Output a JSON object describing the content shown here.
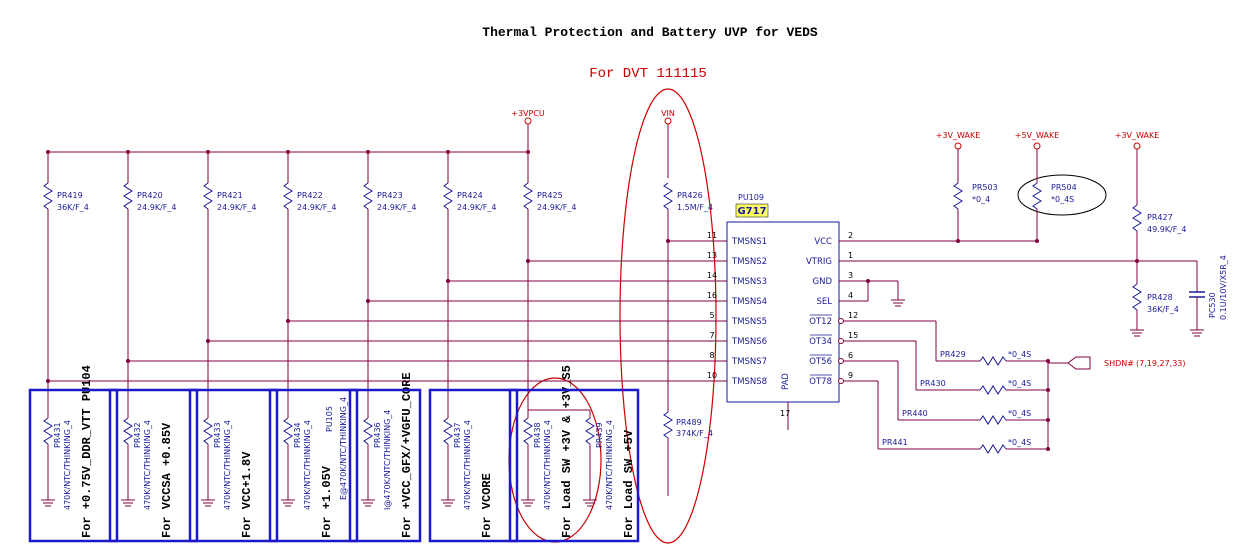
{
  "title": "Thermal Protection and Battery UVP for VEDS",
  "revision_note": "For DVT 111115",
  "ic": {
    "ref": "PU109",
    "part": "G717",
    "pad_label": "PAD",
    "pad_pin": "17"
  },
  "power_labels": {
    "vpcu": "+3VPCU",
    "vin": "VIN",
    "wake1": "+3V_WAKE",
    "wake5": "+5V_WAKE",
    "wake2": "+3V_WAKE"
  },
  "pullups": [
    {
      "ref": "PR419",
      "val": "36K/F_4"
    },
    {
      "ref": "PR420",
      "val": "24.9K/F_4"
    },
    {
      "ref": "PR421",
      "val": "24.9K/F_4"
    },
    {
      "ref": "PR422",
      "val": "24.9K/F_4"
    },
    {
      "ref": "PR423",
      "val": "24.9K/F_4"
    },
    {
      "ref": "PR424",
      "val": "24.9K/F_4"
    },
    {
      "ref": "PR425",
      "val": "24.9K/F_4"
    },
    {
      "ref": "PR426",
      "val": "1.5M/F_4"
    }
  ],
  "thermistors": [
    {
      "ref": "PR431",
      "val": "470K/NTC/THINKING_4",
      "note": "For +0.75V_DDR_VTT PU104"
    },
    {
      "ref": "PR432",
      "val": "470K/NTC/THINKING_4",
      "note": "For VCCSA +0.85V"
    },
    {
      "ref": "PR433",
      "val": "470K/NTC/THINKING_4",
      "note": "For VCC+1.8V"
    },
    {
      "ref": "PR434",
      "val": "470K/NTC/THINKING_4",
      "note": "For +1.05V",
      "extra": "PU105"
    },
    {
      "ref": "PR436",
      "val": "I@470K/NTC/THINKING_4",
      "note": "For +VCC_GFX/+VGFU_CORE",
      "alt": "E@470K/NTC/THINKING_4"
    },
    {
      "ref": "PR437",
      "val": "470K/NTC/THINKING_4",
      "note": "For VCORE"
    },
    {
      "ref": "PR438",
      "val": "470K/NTC/THINKING_4",
      "note": "For Load SW +3V & +3V_S5"
    },
    {
      "ref": "PR439",
      "val": "470K/NTC/THINKING_4",
      "note": "For Load SW +5V"
    }
  ],
  "pr489": {
    "ref": "PR489",
    "val": "374K/F_4"
  },
  "left_pins": [
    {
      "num": "11",
      "name": "TMSNS1"
    },
    {
      "num": "13",
      "name": "TMSNS2"
    },
    {
      "num": "14",
      "name": "TMSNS3"
    },
    {
      "num": "16",
      "name": "TMSNS4"
    },
    {
      "num": "5",
      "name": "TMSNS5"
    },
    {
      "num": "7",
      "name": "TMSNS6"
    },
    {
      "num": "8",
      "name": "TMSNS7"
    },
    {
      "num": "10",
      "name": "TMSNS8"
    }
  ],
  "right_pins": [
    {
      "num": "2",
      "name": "VCC"
    },
    {
      "num": "1",
      "name": "VTRIG"
    },
    {
      "num": "3",
      "name": "GND"
    },
    {
      "num": "4",
      "name": "SEL"
    },
    {
      "num": "12",
      "name": "OT12"
    },
    {
      "num": "15",
      "name": "OT34"
    },
    {
      "num": "6",
      "name": "OT56"
    },
    {
      "num": "9",
      "name": "OT78"
    }
  ],
  "right_parts": {
    "pr503": {
      "ref": "PR503",
      "val": "*0_4"
    },
    "pr504": {
      "ref": "PR504",
      "val": "*0_4S"
    },
    "pr427": {
      "ref": "PR427",
      "val": "49.9K/F_4"
    },
    "pr428": {
      "ref": "PR428",
      "val": "36K/F_4"
    },
    "pc530": {
      "ref": "PC530",
      "val": "0.1U/10V/X5R_4"
    }
  },
  "ot_resistors": [
    {
      "ref": "PR429",
      "val": "*0_4S"
    },
    {
      "ref": "PR430",
      "val": "*0_4S"
    },
    {
      "ref": "PR440",
      "val": "*0_4S"
    },
    {
      "ref": "PR441",
      "val": "*0_4S"
    }
  ],
  "shdn": {
    "label": "SHDN#",
    "refs": "(7,19,27,33)"
  },
  "colors": {
    "wire": "#800040",
    "part": "#1a1a9a",
    "power": "#cc0000",
    "box": "#1a1acc",
    "ic_label": "#ffff66"
  }
}
